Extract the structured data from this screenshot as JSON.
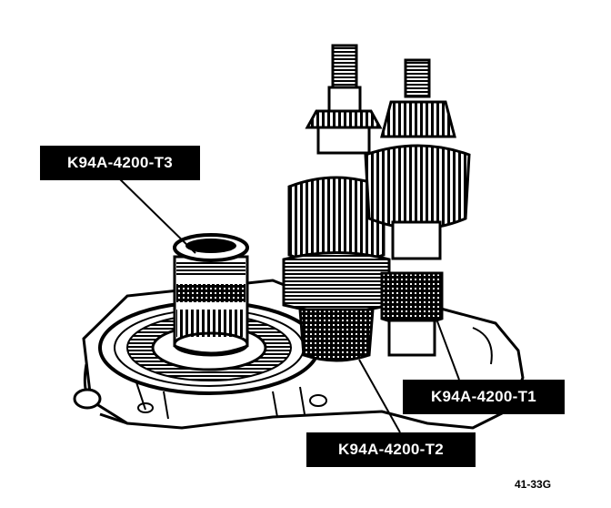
{
  "labels": {
    "tool_t3": "K94A-4200-T3",
    "tool_t1": "K94A-4200-T1",
    "tool_t2": "K94A-4200-T2"
  },
  "figure_number": "41-33G",
  "colors": {
    "ink": "#000000",
    "paper": "#ffffff"
  }
}
